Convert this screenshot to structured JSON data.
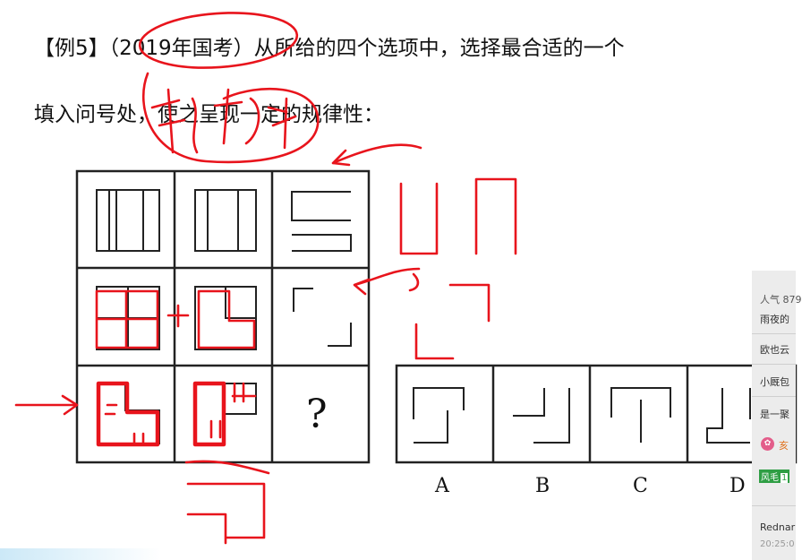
{
  "question": {
    "line1": "【例5】（2019年国考）从所给的四个选项中，选择最合适的一个",
    "line2": "填入问号处，使之呈现一定的规律性："
  },
  "grid": {
    "missing_symbol": "?"
  },
  "options": [
    "A",
    "B",
    "C",
    "D"
  ],
  "chat": {
    "popularity": "人气 879",
    "messages": [
      "雨夜的",
      "欧也云",
      "小厩包",
      "是一聚"
    ],
    "gift_text": "亥",
    "tag_text": "风毛",
    "tag_level": "1",
    "bottom_user": "Rednar",
    "bottom_time": "20:25:0"
  },
  "colors": {
    "ink": "#222222",
    "annotation": "#e8141c",
    "chat_bg": "#ececec"
  }
}
